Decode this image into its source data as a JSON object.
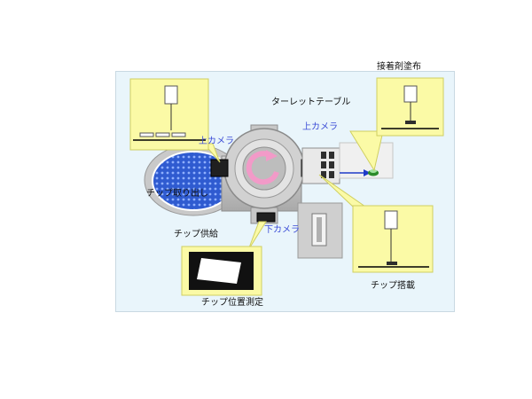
{
  "labels": {
    "adhesive": "接着剤塗布",
    "turret_table": "ターレットテーブル",
    "upper_camera_left": "上カメラ",
    "upper_camera_right": "上カメラ",
    "chip_pickup": "チップ取り出し",
    "chip_supply": "チップ供給",
    "lower_camera": "下カメラ",
    "chip_mounting": "チップ搭載",
    "chip_position": "チップ位置測定"
  },
  "colors": {
    "panel_bg": "#e9f5fb",
    "callout": "#fbfaa6",
    "wafer_blue": "#2f5bd0",
    "turret_arrow": "#f29ac8",
    "label_blue": "#3a4bd6"
  }
}
